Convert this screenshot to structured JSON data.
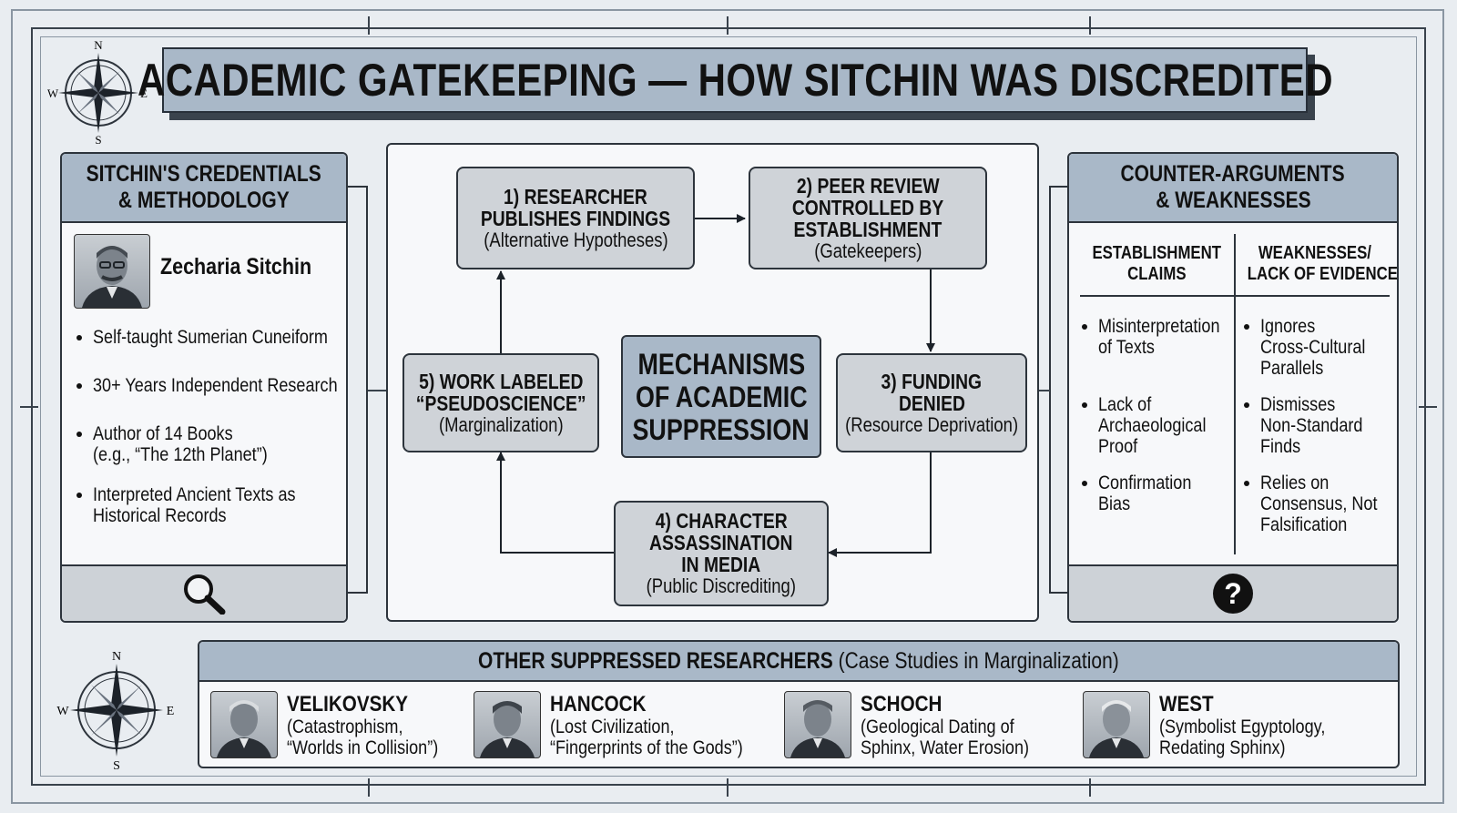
{
  "title": "ACADEMIC GATEKEEPING — HOW SITCHIN WAS DISCREDITED",
  "compass": {
    "n": "N",
    "s": "S",
    "e": "E",
    "w": "W"
  },
  "credentials": {
    "heading_line1": "SITCHIN'S CREDENTIALS",
    "heading_line2": "& METHODOLOGY",
    "name": "Zecharia Sitchin",
    "items": [
      [
        "Self-taught Sumerian Cuneiform"
      ],
      [
        "30+ Years Independent Research"
      ],
      [
        "Author of 14 Books",
        "(e.g., “The 12th Planet”)"
      ],
      [
        "Interpreted Ancient Texts as",
        "Historical Records"
      ]
    ],
    "footer_icon": "magnifier-icon"
  },
  "mechanisms": {
    "center_line1": "MECHANISMS",
    "center_line2": "OF ACADEMIC",
    "center_line3": "SUPPRESSION",
    "steps": [
      {
        "title": [
          "1) RESEARCHER",
          "PUBLISHES FINDINGS"
        ],
        "sub": "(Alternative Hypotheses)"
      },
      {
        "title": [
          "2) PEER REVIEW",
          "CONTROLLED BY",
          "ESTABLISHMENT"
        ],
        "sub": "(Gatekeepers)"
      },
      {
        "title": [
          "3) FUNDING",
          "DENIED"
        ],
        "sub": "(Resource Deprivation)"
      },
      {
        "title": [
          "4) CHARACTER",
          "ASSASSINATION",
          "IN MEDIA"
        ],
        "sub": "(Public Discrediting)"
      },
      {
        "title": [
          "5) WORK LABELED",
          "“PSEUDOSCIENCE”"
        ],
        "sub": "(Marginalization)"
      }
    ]
  },
  "counter": {
    "heading_line1": "COUNTER-ARGUMENTS",
    "heading_line2": "& WEAKNESSES",
    "col1_head": [
      "ESTABLISHMENT",
      "CLAIMS"
    ],
    "col2_head": [
      "WEAKNESSES/",
      "LACK OF EVIDENCE"
    ],
    "col1_items": [
      [
        "Misinterpretation",
        "of Texts"
      ],
      [
        "Lack of",
        "Archaeological",
        "Proof"
      ],
      [
        "Confirmation",
        "Bias"
      ]
    ],
    "col2_items": [
      [
        "Ignores",
        "Cross-Cultural",
        "Parallels"
      ],
      [
        "Dismisses",
        "Non-Standard",
        "Finds"
      ],
      [
        "Relies on",
        "Consensus, Not",
        "Falsification"
      ]
    ],
    "footer_icon": "question-icon",
    "footer_symbol": "?"
  },
  "others": {
    "heading_bold": "OTHER SUPPRESSED RESEARCHERS",
    "heading_light": "(Case Studies in Marginalization)",
    "researchers": [
      {
        "name": "VELIKOVSKY",
        "desc": [
          "(Catastrophism,",
          "“Worlds in Collision”)"
        ]
      },
      {
        "name": "HANCOCK",
        "desc": [
          "(Lost Civilization,",
          "“Fingerprints of the Gods”)"
        ]
      },
      {
        "name": "SCHOCH",
        "desc": [
          "(Geological Dating of",
          "Sphinx, Water Erosion)"
        ]
      },
      {
        "name": "WEST",
        "desc": [
          "(Symbolist Egyptology,",
          "Redating Sphinx)"
        ]
      }
    ]
  },
  "colors": {
    "header_fill": "#a9b8c8",
    "node_fill": "#cfd3d8",
    "outline": "#2d343c",
    "background": "#e9edf1"
  }
}
